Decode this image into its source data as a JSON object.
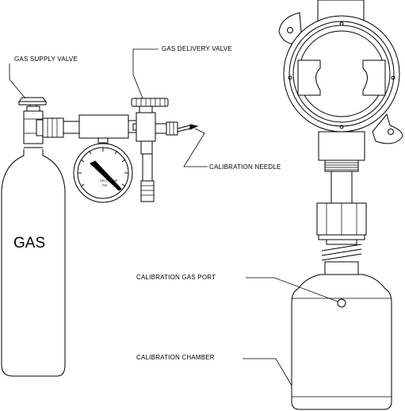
{
  "labels": {
    "gas_supply_valve": "GAS SUPPLY VALVE",
    "gas_delivery_valve": "GAS DELIVERY VALVE",
    "calibration_needle": "CALIBRATION NEEDLE",
    "calibration_gas_port": "CALIBRATION GAS PORT",
    "calibration_chamber": "CALIBRATION CHAMBER"
  },
  "cylinder_text": "GAS",
  "gauge_text": [
    "DELTA-ONE",
    "PSI"
  ],
  "colors": {
    "line": "#000000",
    "background": "#ffffff"
  }
}
